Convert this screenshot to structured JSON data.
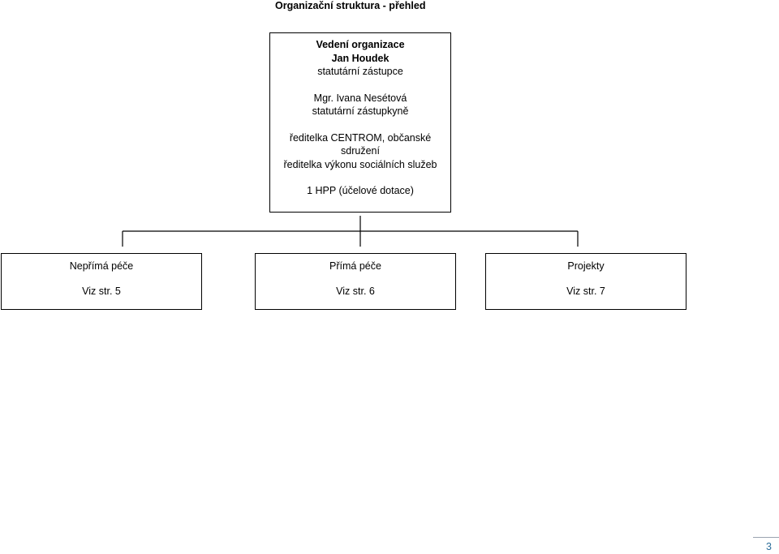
{
  "title": "Organizační struktura - přehled",
  "top_box": {
    "heading": "Vedení organizace",
    "director_name": "Jan Houdek",
    "director_role": "statutární zástupce",
    "deputy_name": "Mgr. Ivana  Nesétová",
    "deputy_role": "statutární zástupkyně",
    "function_1a": "ředitelka CENTROM, občanské",
    "function_1b": "sdružení",
    "function_2": "ředitelka výkonu sociálních služeb",
    "employment": "1 HPP (účelové dotace)"
  },
  "children": [
    {
      "title": "Nepřímá péče",
      "ref": "Viz str. 5"
    },
    {
      "title": "Přímá péče",
      "ref": "Viz str. 6"
    },
    {
      "title": "Projekty",
      "ref": "Viz str. 7"
    }
  ],
  "page_number": "3",
  "colors": {
    "line": "#000000",
    "page_number": "#2c6e9b",
    "footer_rule": "#9aa3b0"
  }
}
